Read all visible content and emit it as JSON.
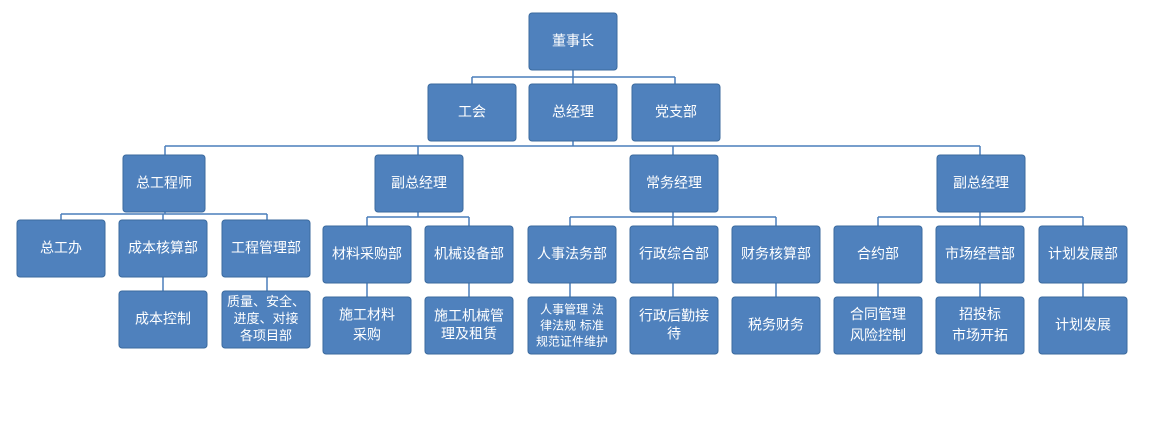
{
  "chairman": "董事长",
  "level2": [
    "工会",
    "总经理",
    "党支部"
  ],
  "level3": [
    "总工程师",
    "副总经理",
    "常务经理",
    "副总经理"
  ],
  "depts": [
    "总工办",
    "成本核算部",
    "工程管理部",
    "材料采购部",
    "机械设备部",
    "人事法务部",
    "行政综合部",
    "财务核算部",
    "合约部",
    "市场经营部",
    "计划发展部"
  ],
  "duties": {
    "cost_control": [
      "成本控制"
    ],
    "engineering": [
      "质量、安全、",
      "进度、对接",
      "各项目部"
    ],
    "materials": [
      "施工材料",
      "采购"
    ],
    "machinery": [
      "施工机械管",
      "理及租赁"
    ],
    "hr_legal": [
      "人事管理 法",
      "律法规 标准",
      "规范证件维护"
    ],
    "admin": [
      "行政后勤接",
      "待"
    ],
    "finance": [
      "税务财务"
    ],
    "contracts": [
      "合同管理",
      "风险控制"
    ],
    "marketing": [
      "招投标",
      "市场开拓"
    ],
    "planning": [
      "计划发展"
    ]
  }
}
